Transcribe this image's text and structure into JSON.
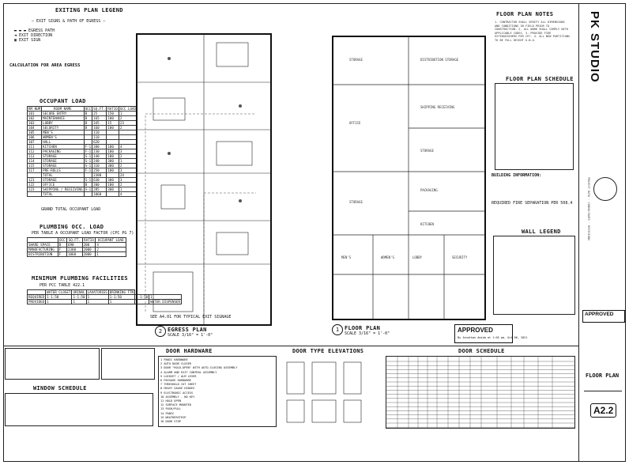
{
  "sheet": {
    "studio_name": "PK STUDIO",
    "sheet_title": "FLOOR PLAN",
    "sheet_number": "A2.2",
    "approved_stamp": "APPROVED",
    "approved_by": "By Jonathan Amida at 1:05 pm, Oct 06, 2021"
  },
  "exiting": {
    "title": "EXITING PLAN LEGEND",
    "calc_title": "CALCULATION FOR AREA EGRESS",
    "plan_label": "EGRESS PLAN",
    "plan_number": "2",
    "scale": "SCALE 3/16\" = 1'-0\"",
    "note": "SEE A4.01 FOR TYPICAL EXIT SIGNAGE"
  },
  "occupant_load": {
    "title": "OCCUPANT LOAD",
    "headers": [
      "RM NUM",
      "ROOM NAME",
      "OCC",
      "SQ.FT.",
      "RATIO",
      "OCC LOAD"
    ],
    "rows": [
      [
        "101",
        "SECURE ENTRY",
        "B",
        "25",
        "150",
        "1"
      ],
      [
        "102",
        "MAINTENANCE",
        "B",
        "165",
        "100",
        "2"
      ],
      [
        "103",
        "LOBBY",
        "B",
        "345",
        "15",
        "23"
      ],
      [
        "104",
        "SECURITY",
        "B",
        "160",
        "100",
        "2"
      ],
      [
        "105",
        "MEN'S",
        "",
        "110",
        "",
        ""
      ],
      [
        "106",
        "WOMEN'S",
        "",
        "110",
        "",
        ""
      ],
      [
        "107",
        "HALL",
        "",
        "620",
        "",
        ""
      ],
      [
        "111",
        "KITCHEN",
        "F-1",
        "380",
        "100",
        "4"
      ],
      [
        "112",
        "PACKAGING",
        "F-1",
        "230",
        "100",
        "3"
      ],
      [
        "113",
        "STORAGE",
        "S-1",
        "140",
        "100",
        "2"
      ],
      [
        "114",
        "STORAGE",
        "S-1",
        "240",
        "300",
        "1"
      ],
      [
        "115",
        "STORAGE",
        "S-1",
        "310",
        "300",
        "2"
      ],
      [
        "117",
        "PRE-ROLLS",
        "F-1",
        "250",
        "100",
        "3"
      ],
      [
        "",
        "TOTAL",
        "",
        "2380",
        "",
        "24"
      ],
      [
        "121",
        "STORAGE",
        "S-1",
        "630",
        "300",
        "3"
      ],
      [
        "122",
        "OFFICE",
        "B",
        "200",
        "100",
        "2"
      ],
      [
        "123",
        "SHIPPING / RECEIVING",
        "S-1",
        "285",
        "300",
        "1"
      ],
      [
        "",
        "TOTAL",
        "",
        "1060",
        "",
        "4"
      ]
    ],
    "grand_total": "GRAND TOTAL OCCUPANT LOAD"
  },
  "plumbing_load": {
    "title": "PLUMBING OCC. LOAD",
    "subtitle": "PER TABLE A OCCUPANT LOAD FACTOR (CPC PG 7)",
    "headers": [
      "",
      "OCC",
      "SQ.FT.",
      "RATIO",
      "OCCUPANT LOAD"
    ],
    "rows": [
      [
        "SHARE SPACE",
        "B",
        "690",
        "200",
        "4"
      ],
      [
        "MANUFACTURING",
        "F",
        "2380",
        "2000",
        "2"
      ],
      [
        "DISTRIBUTION",
        "F",
        "1060",
        "2000",
        "1"
      ]
    ]
  },
  "min_plumbing": {
    "title": "MINIMUM PLUMBING FACILITIES",
    "subtitle": "PER PCC TABLE 422.1",
    "headers": [
      "WATER CLOSET",
      "URINAL",
      "LAVATORIES",
      "DRINKING FTN"
    ],
    "rows": [
      [
        "REQUIRED",
        "1-1:50",
        "1-1:50",
        "1",
        "1-1:50",
        "1-1:50",
        "1"
      ],
      [
        "PROVIDED",
        "1",
        "1",
        "1",
        "1",
        "1",
        "WATER DISPENSER"
      ]
    ]
  },
  "floor_plan": {
    "label": "FLOOR PLAN",
    "number": "1",
    "scale": "SCALE 3/16\" = 1'-0\"",
    "rooms": [
      "STORAGE",
      "DISTRIBUTION STORAGE",
      "OFFICE",
      "SHIPPING RECEIVING",
      "STORAGE",
      "STORAGE",
      "PACKAGING",
      "KITCHEN",
      "MEN'S",
      "WOMEN'S",
      "LOBBY",
      "SECURITY"
    ]
  },
  "notes": {
    "floor_plan_notes": "FLOOR PLAN NOTES",
    "schedule": "FLOOR PLAN SCHEDULE",
    "building_info": "BUILDING INFORMATION:",
    "fire_sep": "REQUIRED FIRE SEPARATION PER 508.4",
    "wall_legend": "WALL LEGEND"
  },
  "bottom": {
    "door_hardware": "DOOR HARDWARE",
    "door_type": "DOOR TYPE ELEVATIONS",
    "door_schedule": "DOOR SCHEDULE",
    "window_schedule": "WINDOW SCHEDULE",
    "hardware_items": [
      "PANIC HARDWARE",
      "AUTO DOOR CLOSER",
      "DOOR \"HOLD-OPEN\" WITH AUTO-CLOSING ASSEMBLY",
      "ALARM AND EXIT CONTROL ASSEMBLY",
      "LOCKSET / ALM LEVER",
      "PASSAGE HARDWARE",
      "THRESHOLD CUT SHEET",
      "HEAVY GAUGE HINGES",
      "ELECTRONIC ACCESS",
      "ASSEMBLY - NO KEY",
      "HOLD OPEN",
      "SURFACE MOUNTED",
      "PUSH/PULL",
      "PANIC",
      "WEATHERSTRIP",
      "DOOR STOP"
    ]
  }
}
